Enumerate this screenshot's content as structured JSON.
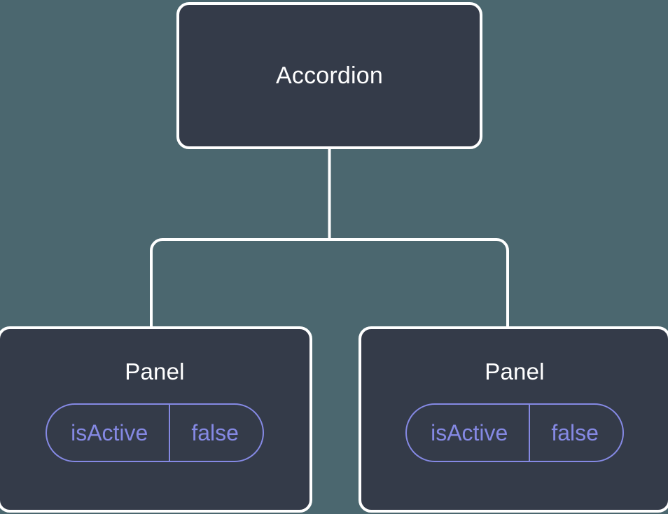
{
  "diagram": {
    "type": "component-tree",
    "background_color": "#4b676f",
    "node_fill_color": "#343b49",
    "node_border_color": "#ffffff",
    "edge_color": "#ffffff",
    "title_color": "#ffffff",
    "prop_color": "#8589e4",
    "root": {
      "label": "Accordion"
    },
    "children": [
      {
        "label": "Panel",
        "props": [
          {
            "key": "isActive",
            "value": "false"
          }
        ]
      },
      {
        "label": "Panel",
        "props": [
          {
            "key": "isActive",
            "value": "false"
          }
        ]
      }
    ]
  }
}
